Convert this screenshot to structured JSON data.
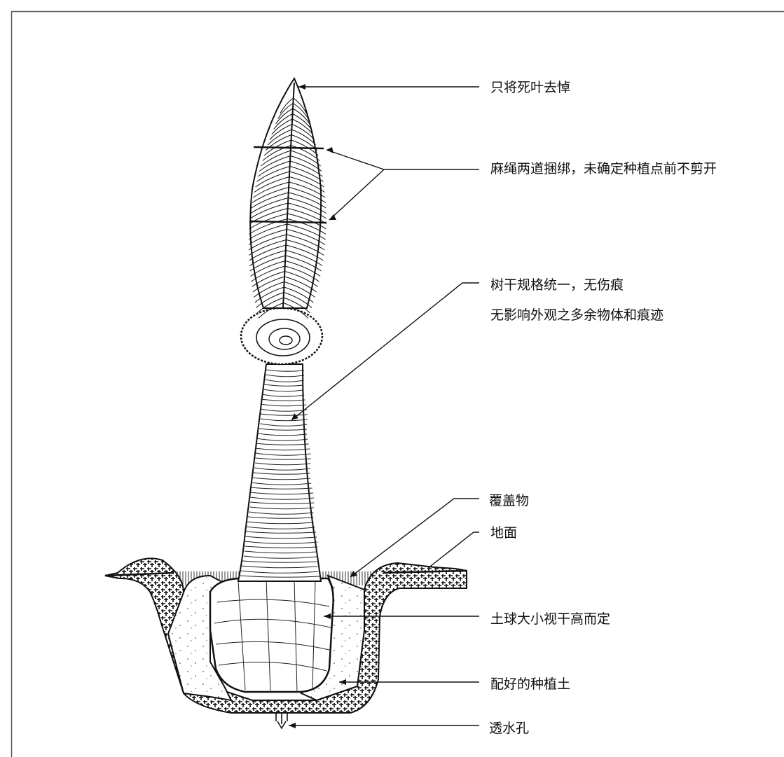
{
  "labels": {
    "dead_leaves": "只将死叶去悼",
    "rope": "麻绳两道捆绑，未确定种植点前不剪开",
    "trunk_line1": "树干规格统一，无伤痕",
    "trunk_line2": "无影响外观之多余物体和痕迹",
    "mulch": "覆盖物",
    "ground": "地面",
    "rootball": "土球大小视干高而定",
    "soil": "配好的种植土",
    "drain": "透水孔"
  },
  "colors": {
    "ink": "#111111",
    "border": "#555555",
    "background": "#ffffff"
  }
}
